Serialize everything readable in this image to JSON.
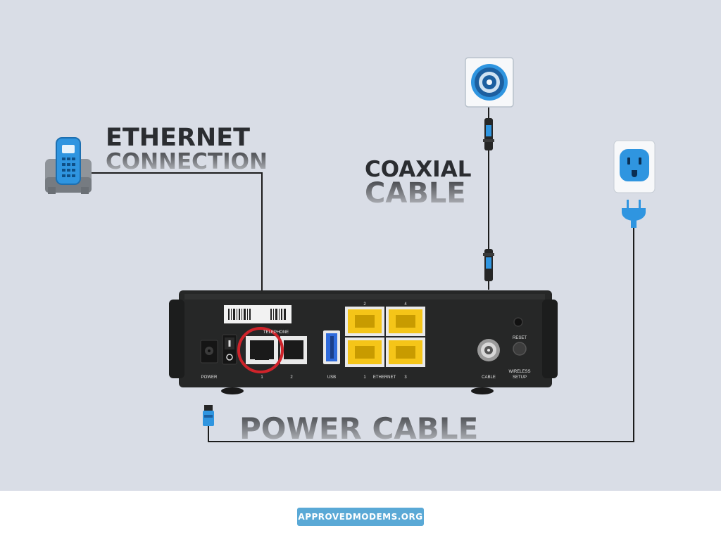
{
  "labels": {
    "ethernet_line1": "ETHERNET",
    "ethernet_line2": "CONNECTION",
    "coaxial_line1": "COAXIAL",
    "coaxial_line2": "CABLE",
    "power": "POWER CABLE"
  },
  "modem_ports": {
    "power": "POWER",
    "telephone": "TELEPHONE",
    "tel_1": "1",
    "tel_2": "2",
    "usb": "USB",
    "eth_1": "1",
    "eth_2": "2",
    "eth_3": "3",
    "eth_4": "4",
    "ethernet": "ETHERNET",
    "cable": "CABLE",
    "reset": "RESET",
    "wireless_1": "WIRELESS",
    "wireless_2": "SETUP"
  },
  "footer": {
    "site": "APPROVEDMODEMS.ORG"
  },
  "colors": {
    "background": "#d9dde6",
    "accent_blue": "#1e88e5",
    "badge": "#5aa9d6",
    "highlight_circle": "#d0232a",
    "ethernet_port_yellow": "#f5c518"
  }
}
